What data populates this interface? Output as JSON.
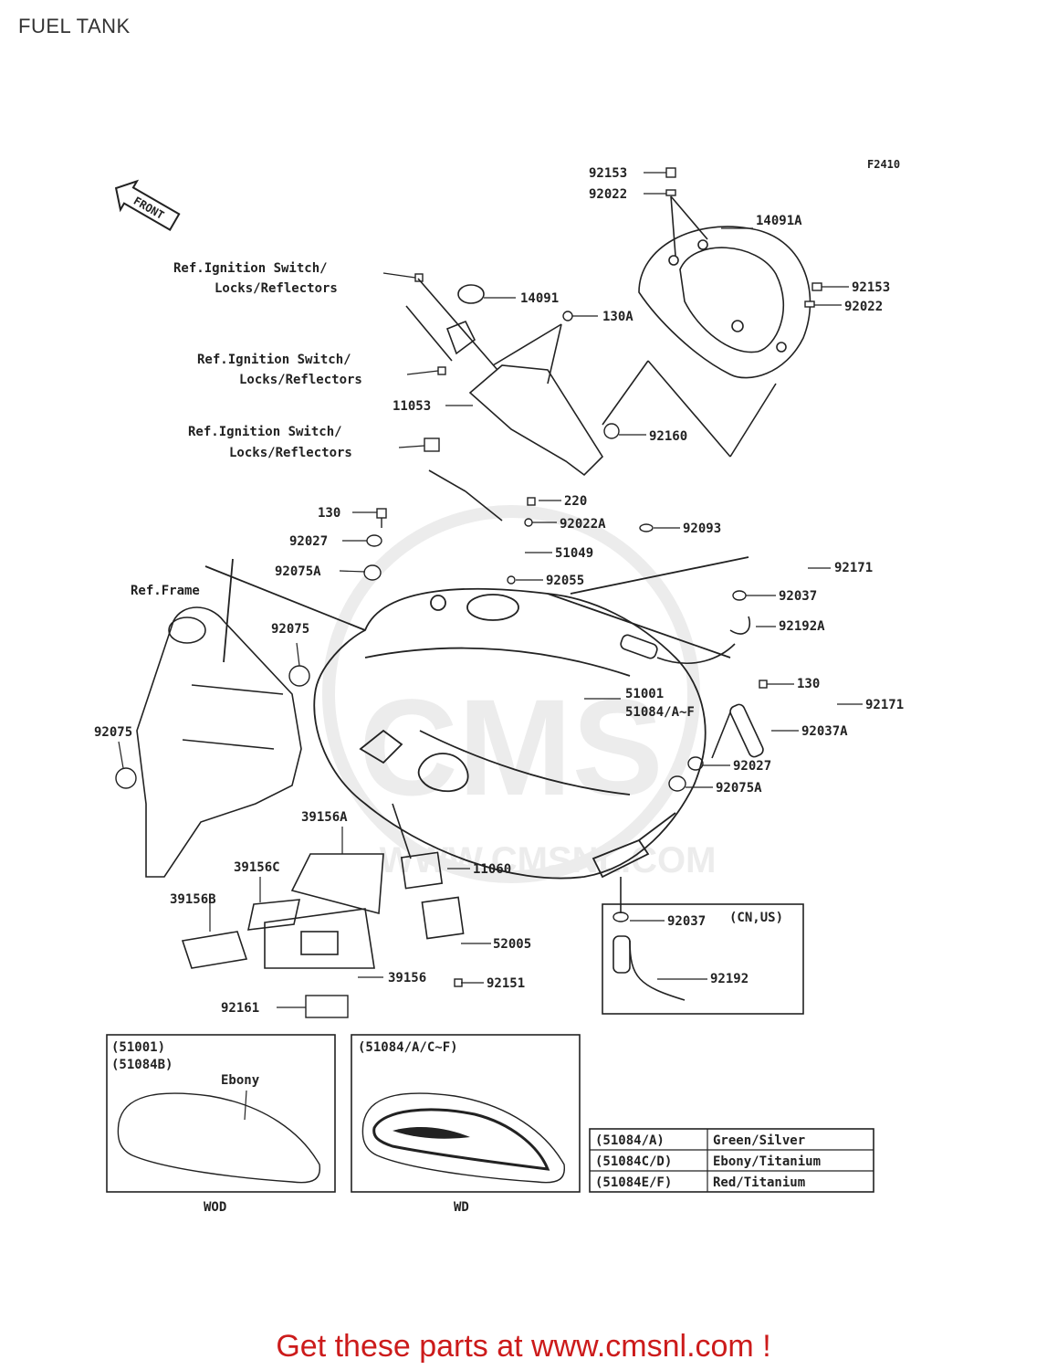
{
  "header": {
    "title": "FUEL TANK"
  },
  "figure_code": "F2410",
  "front_label": "FRONT",
  "watermark": {
    "brand": "CMS",
    "site": "WWW.CMSNL.COM"
  },
  "callouts": {
    "p92153a": "92153",
    "p92022a": "92022",
    "p14091a": "14091A",
    "p92153b": "92153",
    "p92022b": "92022",
    "ref1a": "Ref.Ignition Switch/",
    "ref1b": "Locks/Reflectors",
    "p14091": "14091",
    "p130a": "130A",
    "ref2a": "Ref.Ignition Switch/",
    "ref2b": "Locks/Reflectors",
    "p11053": "11053",
    "p92160": "92160",
    "ref3a": "Ref.Ignition Switch/",
    "ref3b": "Locks/Reflectors",
    "p220": "220",
    "p130": "130",
    "p92022A": "92022A",
    "p92093": "92093",
    "p92027": "92027",
    "p51049": "51049",
    "p92171a": "92171",
    "p92075A": "92075A",
    "p92055": "92055",
    "p92037": "92037",
    "refFrame": "Ref.Frame",
    "p92192A": "92192A",
    "p92075": "92075",
    "p51001": "51001",
    "p51084": "51084/A~F",
    "p130b": "130",
    "p92171b": "92171",
    "p92075b": "92075",
    "p92037A": "92037A",
    "p92027b": "92027",
    "p92075Ab": "92075A",
    "p39156A": "39156A",
    "p39156C": "39156C",
    "p11060": "11060",
    "p39156B": "39156B",
    "p92037b": "92037",
    "cnus": "(CN,US)",
    "p52005": "52005",
    "p92192": "92192",
    "p39156": "39156",
    "p92151": "92151",
    "p92161": "92161"
  },
  "variants": {
    "left": {
      "l1": "(51001)",
      "l2": "(51084B)",
      "color": "Ebony",
      "caption": "WOD"
    },
    "right": {
      "l1": "(51084/A/C~F)",
      "caption": "WD"
    }
  },
  "color_table": {
    "rows": [
      {
        "part": "(51084/A)",
        "color": "Green/Silver"
      },
      {
        "part": "(51084C/D)",
        "color": "Ebony/Titanium"
      },
      {
        "part": "(51084E/F)",
        "color": "Red/Titanium"
      }
    ]
  },
  "footer": {
    "text": "Get these parts at www.cmsnl.com !"
  },
  "colors": {
    "footer_text": "#cc1b1b",
    "line": "#222222",
    "watermark": "#e6e6e6"
  }
}
